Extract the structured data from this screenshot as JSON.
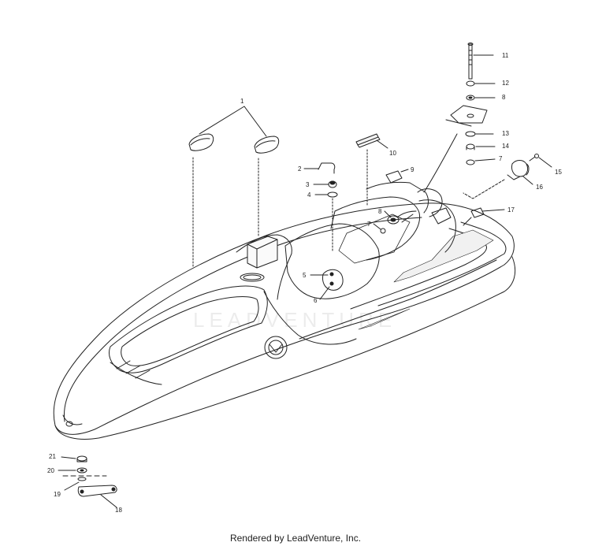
{
  "footer": {
    "text": "Rendered by LeadVenture, Inc."
  },
  "watermark": {
    "text": "LEADVENTURE"
  },
  "diagram": {
    "line_color": "#222222",
    "background": "#ffffff",
    "callouts": {
      "c1": "1",
      "c2": "2",
      "c3": "3",
      "c4": "4",
      "c5": "5",
      "c6": "6",
      "c7a": "7",
      "c7b": "7",
      "c8a": "8",
      "c8b": "8",
      "c9": "9",
      "c10": "10",
      "c11": "11",
      "c12": "12",
      "c13": "13",
      "c14": "14",
      "c15": "15",
      "c16": "16",
      "c17": "17",
      "c18": "18",
      "c19": "19",
      "c20": "20",
      "c21": "21"
    }
  }
}
